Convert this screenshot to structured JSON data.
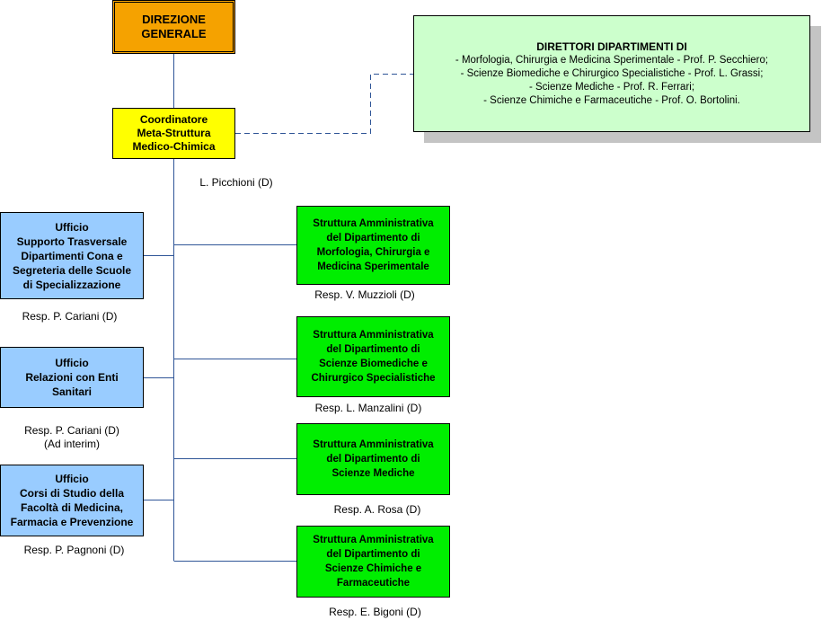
{
  "nodes": {
    "direzione": "DIREZIONE\nGENERALE",
    "coordinatore": "Coordinatore\nMeta-Struttura\nMedico-Chimica",
    "direttori_title": "DIRETTORI DIPARTIMENTI DI",
    "direttori_lines": [
      "-  Morfologia, Chirurgia e Medicina Sperimentale - Prof. P. Secchiero;",
      "- Scienze Biomediche e Chirurgico Specialistiche - Prof. L. Grassi;",
      "- Scienze Mediche - Prof. R. Ferrari;",
      "- Scienze Chimiche e Farmaceutiche - Prof. O. Bortolini."
    ],
    "ufficio_supporto": "Ufficio\nSupporto Trasversale\nDipartimenti Cona e\nSegreteria delle Scuole\ndi Specializzazione",
    "ufficio_relazioni": "Ufficio\nRelazioni con Enti\nSanitari",
    "ufficio_corsi": "Ufficio\nCorsi di Studio della\nFacoltà di Medicina,\nFarmacia e Prevenzione",
    "struttura_morfologia": "Struttura Amministrativa\ndel Dipartimento di\nMorfologia, Chirurgia e\nMedicina Sperimentale",
    "struttura_biomediche": "Struttura Amministrativa\ndel Dipartimento di\nScienze Biomediche e\nChirurgico Specialistiche",
    "struttura_mediche": "Struttura Amministrativa\ndel Dipartimento di\nScienze Mediche",
    "struttura_chimiche": "Struttura Amministrativa\ndel Dipartimento di\nScienze Chimiche e\nFarmaceutiche"
  },
  "labels": {
    "coordinatore": "L. Picchioni (D)",
    "supporto": "Resp. P. Cariani (D)",
    "relazioni": "Resp. P. Cariani (D)\n(Ad interim)",
    "corsi": "Resp. P. Pagnoni (D)",
    "morfologia": "Resp. V. Muzzioli (D)",
    "biomediche": "Resp. L. Manzalini (D)",
    "mediche": "Resp. A. Rosa (D)",
    "chimiche": "Resp. E. Bigoni (D)"
  },
  "colors": {
    "direzione": "#f5a200",
    "coordinatore": "#ffff00",
    "uffici": "#99ccff",
    "strutture": "#00ee00",
    "direttori": "#ccffcc",
    "connector": "#2f5597"
  }
}
